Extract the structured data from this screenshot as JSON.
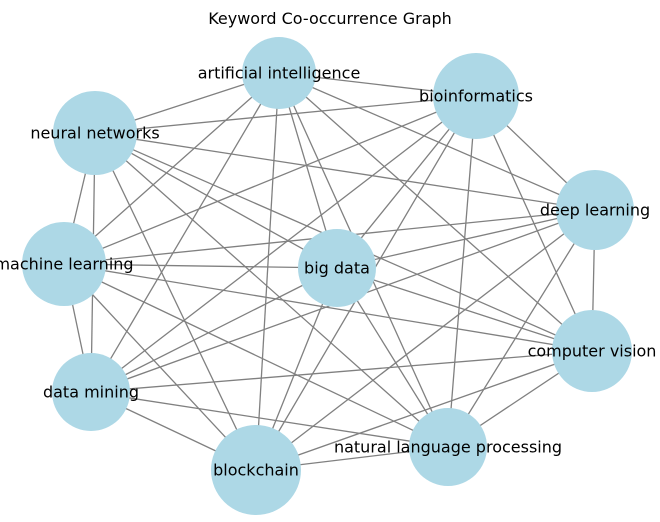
{
  "title": "Keyword Co-occurrence Graph",
  "colors": {
    "node_fill": "#add8e6",
    "edge": "#808080",
    "text": "#000000"
  },
  "nodes": [
    {
      "id": "ai",
      "label": "artificial intelligence"
    },
    {
      "id": "bio",
      "label": "bioinformatics"
    },
    {
      "id": "nn",
      "label": "neural networks"
    },
    {
      "id": "dl",
      "label": "deep learning"
    },
    {
      "id": "ml",
      "label": "machine learning"
    },
    {
      "id": "bd",
      "label": "big data"
    },
    {
      "id": "cv",
      "label": "computer vision"
    },
    {
      "id": "dm",
      "label": "data mining"
    },
    {
      "id": "nlp",
      "label": "natural language processing"
    },
    {
      "id": "bc",
      "label": "blockchain"
    }
  ],
  "edges": [
    [
      "ai",
      "bio"
    ],
    [
      "ai",
      "nn"
    ],
    [
      "ai",
      "dl"
    ],
    [
      "ai",
      "ml"
    ],
    [
      "ai",
      "bd"
    ],
    [
      "ai",
      "cv"
    ],
    [
      "ai",
      "dm"
    ],
    [
      "ai",
      "nlp"
    ],
    [
      "ai",
      "bc"
    ],
    [
      "bio",
      "nn"
    ],
    [
      "bio",
      "dl"
    ],
    [
      "bio",
      "ml"
    ],
    [
      "bio",
      "bd"
    ],
    [
      "bio",
      "cv"
    ],
    [
      "bio",
      "dm"
    ],
    [
      "bio",
      "nlp"
    ],
    [
      "bio",
      "bc"
    ],
    [
      "nn",
      "dl"
    ],
    [
      "nn",
      "ml"
    ],
    [
      "nn",
      "bd"
    ],
    [
      "nn",
      "cv"
    ],
    [
      "nn",
      "dm"
    ],
    [
      "nn",
      "nlp"
    ],
    [
      "nn",
      "bc"
    ],
    [
      "dl",
      "ml"
    ],
    [
      "dl",
      "bd"
    ],
    [
      "dl",
      "cv"
    ],
    [
      "dl",
      "dm"
    ],
    [
      "dl",
      "nlp"
    ],
    [
      "dl",
      "bc"
    ],
    [
      "ml",
      "bd"
    ],
    [
      "ml",
      "cv"
    ],
    [
      "ml",
      "dm"
    ],
    [
      "ml",
      "nlp"
    ],
    [
      "ml",
      "bc"
    ],
    [
      "bd",
      "cv"
    ],
    [
      "bd",
      "dm"
    ],
    [
      "bd",
      "nlp"
    ],
    [
      "bd",
      "bc"
    ],
    [
      "cv",
      "dm"
    ],
    [
      "cv",
      "nlp"
    ],
    [
      "cv",
      "bc"
    ],
    [
      "dm",
      "nlp"
    ],
    [
      "dm",
      "bc"
    ],
    [
      "nlp",
      "bc"
    ]
  ]
}
